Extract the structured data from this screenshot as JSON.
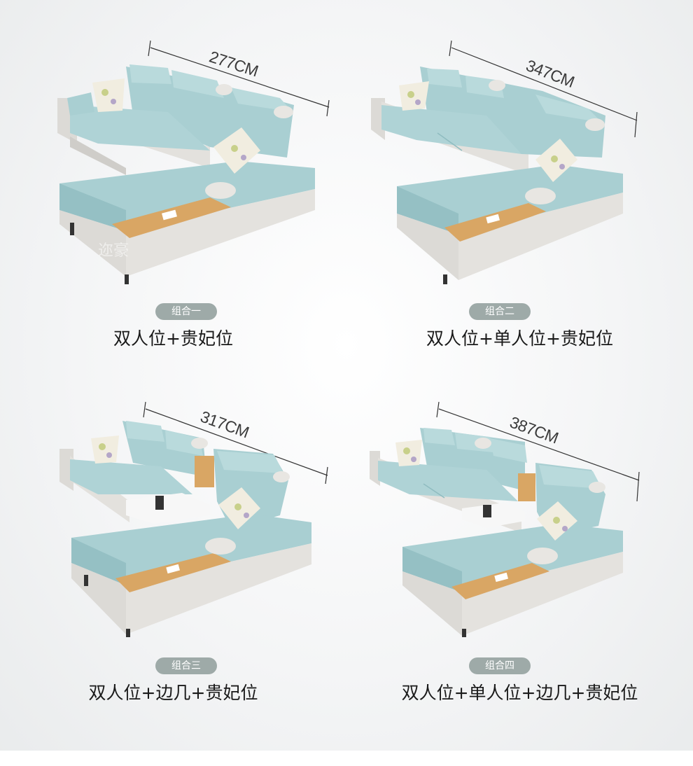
{
  "watermark": "迩豪",
  "combos": [
    {
      "badge": "组合一",
      "caption": "双人位+贵妃位",
      "dimension": "277CM"
    },
    {
      "badge": "组合二",
      "caption": "双人位+单人位+贵妃位",
      "dimension": "347CM"
    },
    {
      "badge": "组合三",
      "caption": "双人位+边几+贵妃位",
      "dimension": "317CM"
    },
    {
      "badge": "组合四",
      "caption": "双人位+单人位+边几+贵妃位",
      "dimension": "387CM"
    }
  ],
  "colors": {
    "fabric": "#a9cfd2",
    "fabric_dark": "#8fbcc0",
    "leather": "#dcdad6",
    "wood": "#d9a664",
    "badge": "#9eaaa8"
  }
}
